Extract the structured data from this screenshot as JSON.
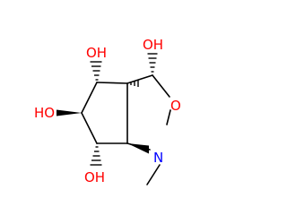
{
  "molecule": {
    "atom_labels": {
      "oh_top_left": "OH",
      "oh_left": "HO",
      "oh_bottom_left": "OH",
      "oh_top_right": "OH",
      "ring_oxygen": "O",
      "ring_nitrogen": "N"
    },
    "colors": {
      "bond": "#000000",
      "oxygen": "#ff0000",
      "nitrogen": "#0000ff",
      "background": "#ffffff"
    }
  }
}
